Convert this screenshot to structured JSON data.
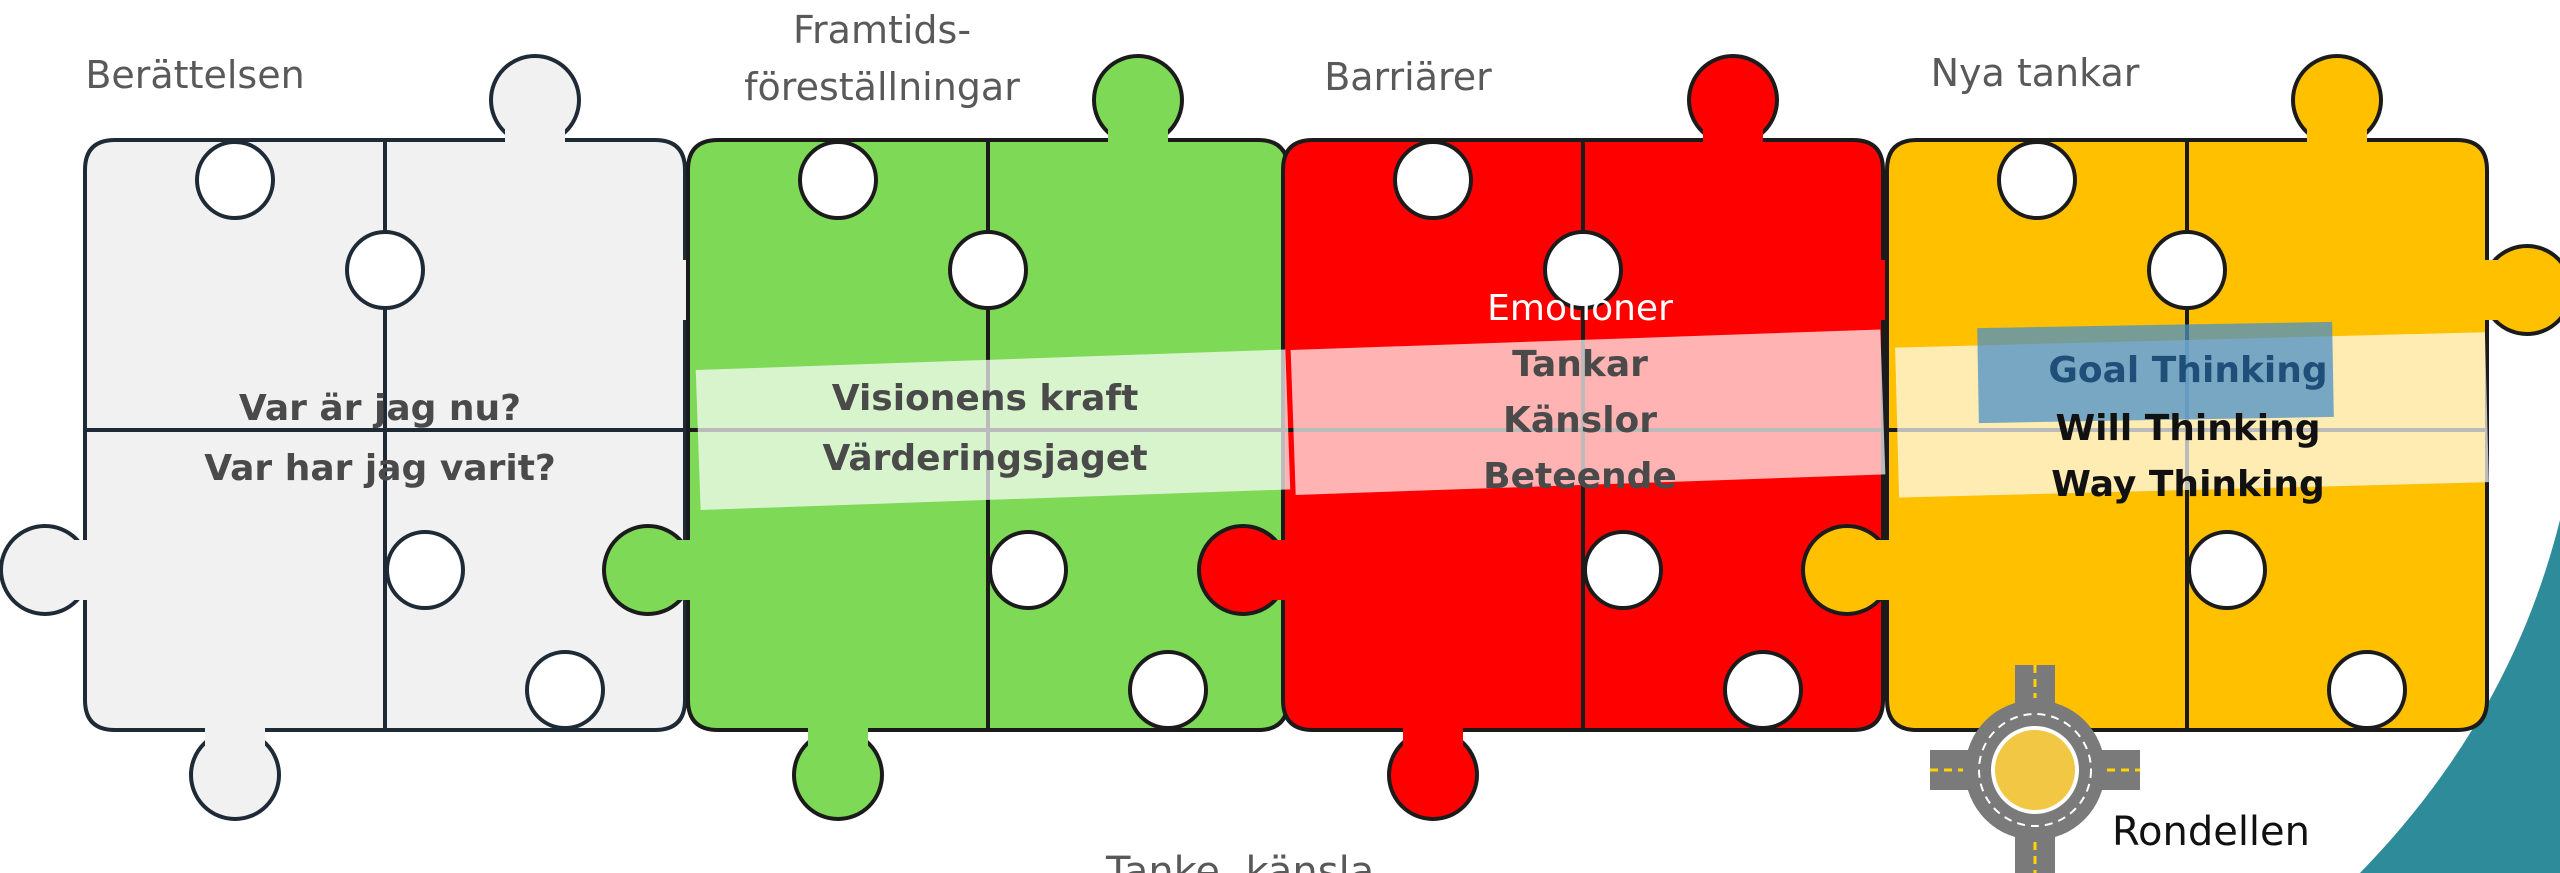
{
  "sections": [
    {
      "id": "berattelsen",
      "heading_lines": [
        "Berättelsen"
      ],
      "color": "#f1f1f2",
      "stroke": "#1e2a36",
      "text_lines": [
        "Var är jag nu?",
        "Var har jag varit?"
      ],
      "text_color": "#4a4a4a"
    },
    {
      "id": "framtid",
      "heading_lines": [
        "Framtids-",
        "föreställningar"
      ],
      "color": "#7ed957",
      "stroke": "#1b1b1b",
      "text_lines": [
        "Visionens kraft",
        "Värderingsjaget"
      ],
      "text_color": "#4a4a4a"
    },
    {
      "id": "barriarer",
      "heading_lines": [
        "Barriärer"
      ],
      "color": "#ff0000",
      "stroke": "#1b1b1b",
      "text_lines": [
        "Emotioner",
        "Tankar",
        "Känslor",
        "Beteende"
      ],
      "text_color": "#4a4a4a"
    },
    {
      "id": "nya-tankar",
      "heading_lines": [
        "Nya tankar"
      ],
      "color": "#ffc000",
      "stroke": "#1b1b1b",
      "text_lines": [
        "Goal Thinking",
        "Will Thinking",
        "Way Thinking"
      ],
      "text_color": "#111111"
    }
  ],
  "colors": {
    "heading_text": "#595959",
    "tape": "#ffffff",
    "tape_blue": "#4a90c7",
    "goal_text": "#1f4e79",
    "accent_teal": "#2e8b9a",
    "road": "#7a7a7a",
    "road_line": "#c9a227"
  },
  "roundabout": {
    "label": "Rondellen",
    "icon": "roundabout-icon"
  },
  "footer": {
    "text": "Tanke, känsla, ..."
  }
}
